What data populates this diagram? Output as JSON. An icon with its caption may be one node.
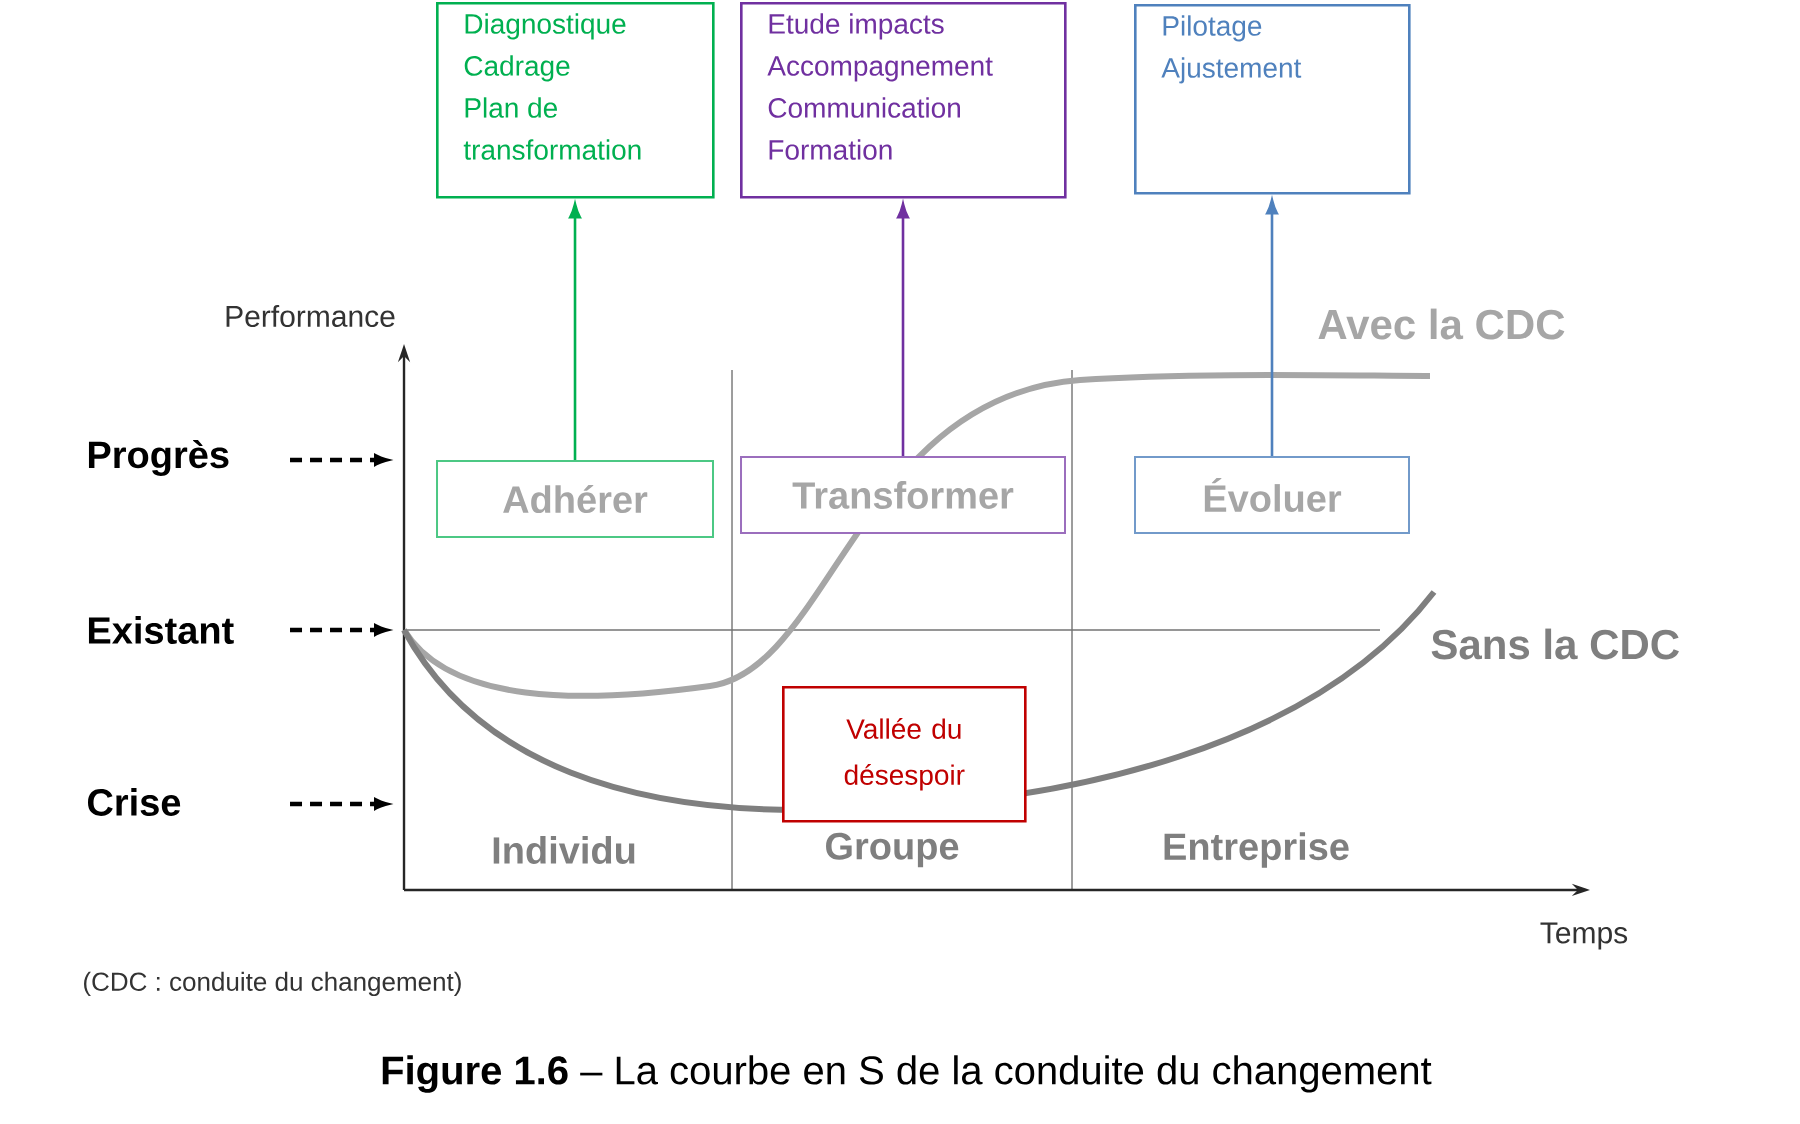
{
  "diagram": {
    "caption": "**Figure 1.6** – La courbe en S de la conduite du changement",
    "nodes": [
      {
        "text": [
          "Diagnostique",
          "Cadrage",
          "Plan de transformation"
        ]
      },
      {
        "text": [
          "Etude impacts",
          "Accompagnement",
          "Communication",
          "Formation"
        ]
      },
      {
        "text": [
          "Pilotage",
          "Ajustement"
        ]
      },
      {
        "text": [
          "Adhérer"
        ]
      },
      {
        "text": [
          "Transformer"
        ]
      },
      {
        "text": [
          "Évoluer"
        ]
      },
      {
        "text": [
          "Vallée du désespoir"
        ]
      }
    ],
    "edges": [
      {
        "from": 3,
        "to": 0,
        "arrow": "to",
        "color": "#00b050"
      },
      {
        "from": 4,
        "to": 1,
        "arrow": "to",
        "color": "#7030a0"
      },
      {
        "from": 5,
        "to": 2,
        "arrow": "to",
        "color": "#4f81bd"
      }
    ],
    "labels": [
      "Performance",
      "Avec la CDC",
      "Progrès",
      "Existant",
      "Sans la CDC",
      "Crise",
      "Individu",
      "Groupe",
      "Entreprise",
      "Temps",
      "(CDC : conduite du changement)"
    ]
  }
}
